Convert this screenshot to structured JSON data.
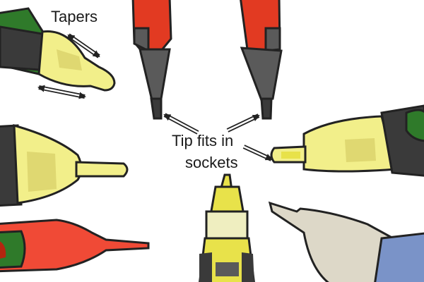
{
  "labels": {
    "tapers": "Tapers",
    "tip_line1": "Tip fits in",
    "tip_line2": "sockets"
  },
  "colors": {
    "red_body": "#e23a22",
    "red_shadow": "#b4260f",
    "grey_barrel": "#5a5a5a",
    "dark_grip": "#3a3a3a",
    "translucent_yellow": "#f2ef8a",
    "yellow_tip": "#e8e24a",
    "green_band": "#2f7a2a",
    "red_translucent": "#f04a36",
    "cream_cover": "#ddd8c8",
    "blue_lead": "#7a93c8",
    "outline": "#222222",
    "arrow": "#222222"
  },
  "components": [
    {
      "name": "upper-left-yellow-tapered-cover"
    },
    {
      "name": "top-center-left-red-probe"
    },
    {
      "name": "top-center-right-red-probe"
    },
    {
      "name": "right-yellow-socket-cover"
    },
    {
      "name": "left-yellow-cover"
    },
    {
      "name": "bottom-left-red-probe"
    },
    {
      "name": "bottom-center-yellow-probe"
    },
    {
      "name": "bottom-right-cream-probe"
    }
  ]
}
